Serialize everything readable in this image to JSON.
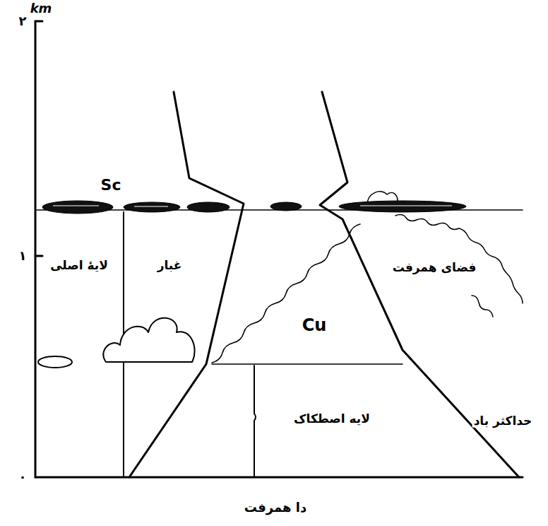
{
  "diagram": {
    "caption": "دا همرفت",
    "labels": [
      "km",
      "۲",
      "۱",
      "٠",
      "Sc",
      "لایهٔ اصلی",
      "غبار",
      "فضای همرفت",
      "Cu",
      "لایه اصطکاک",
      "حداکثر باد"
    ]
  }
}
